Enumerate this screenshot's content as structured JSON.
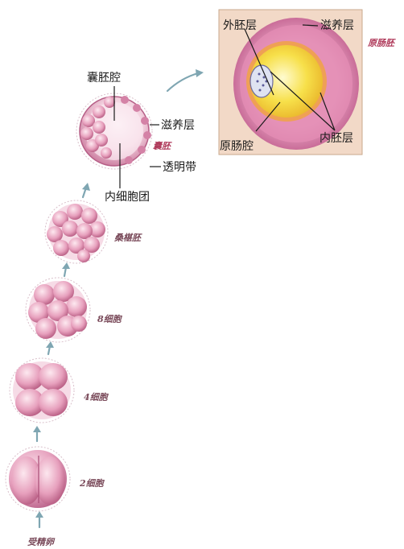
{
  "stages": {
    "zygote": "受精卵",
    "two_cell": "2细胞",
    "four_cell": "4细胞",
    "eight_cell": "8细胞",
    "morula": "桑椹胚",
    "blastocyst": "囊胚",
    "gastrula": "原肠胚"
  },
  "blastocyst_labels": {
    "blastocoel": "囊胚腔",
    "trophoblast": "滋养层",
    "zona_pellucida": "透明带",
    "inner_cell_mass": "内细胞团"
  },
  "gastrula_labels": {
    "ectoderm": "外胚层",
    "trophoblast": "滋养层",
    "archenteron": "原肠腔",
    "endoderm": "内胚层"
  },
  "colors": {
    "cell_pink": "#e39bb8",
    "cell_dark": "#b4577e",
    "arrow": "#7fa6b2",
    "gastrula_bg": "#f2d9c7",
    "yolk": "#f7e04a"
  }
}
